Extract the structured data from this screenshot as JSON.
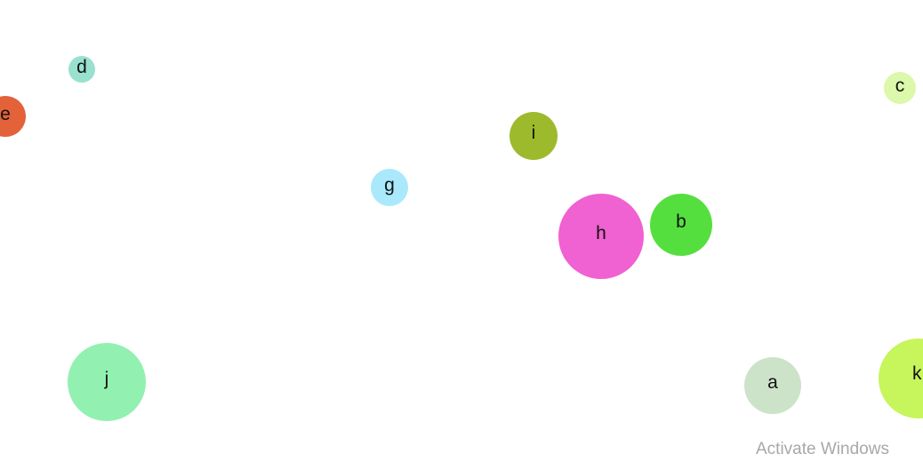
{
  "bubbles": [
    {
      "id": "a",
      "label": "a",
      "color": "#cde3c9"
    },
    {
      "id": "b",
      "label": "b",
      "color": "#55df3f"
    },
    {
      "id": "c",
      "label": "c",
      "color": "#dcf8aa"
    },
    {
      "id": "d",
      "label": "d",
      "color": "#98e1cf"
    },
    {
      "id": "e",
      "label": "e",
      "color": "#e3623a"
    },
    {
      "id": "g",
      "label": "g",
      "color": "#a9e9fb"
    },
    {
      "id": "h",
      "label": "h",
      "color": "#f061d1"
    },
    {
      "id": "i",
      "label": "i",
      "color": "#9cba2c"
    },
    {
      "id": "j",
      "label": "j",
      "color": "#92f0b1"
    },
    {
      "id": "k",
      "label": "k",
      "color": "#c6f55c"
    }
  ],
  "watermark": {
    "text": "Activate Windows"
  }
}
